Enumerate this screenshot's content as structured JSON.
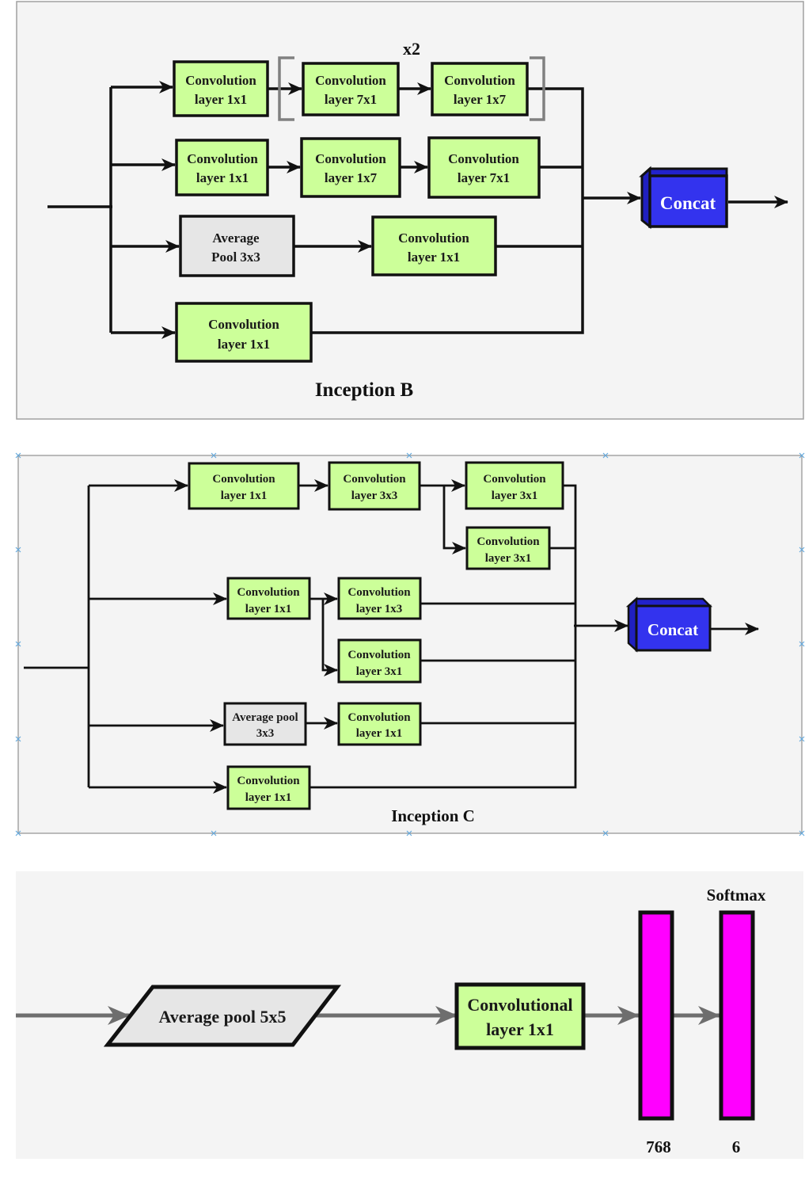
{
  "colors": {
    "conv_fill": "#ccff99",
    "pool_fill": "#e6e6e6",
    "concat_fill": "#3333ee",
    "concat_side": "#2020c0",
    "fc_fill": "#ff00ff",
    "panel_bg": "#f4f4f4",
    "line": "#111111",
    "gray_line": "#6e6e6e",
    "bracket": "#808080",
    "handle": "#66aadd"
  },
  "inception_b": {
    "title": "Inception B",
    "repeat_label": "x2",
    "concat_label": "Concat",
    "branch1": {
      "conv1": [
        "Convolution",
        "layer 1x1"
      ],
      "conv2": [
        "Convolution",
        "layer 7x1"
      ],
      "conv3": [
        "Convolution",
        "layer 1x7"
      ]
    },
    "branch2": {
      "conv1": [
        "Convolution",
        "layer 1x1"
      ],
      "conv2": [
        "Convolution",
        "layer 1x7"
      ],
      "conv3": [
        "Convolution",
        "layer 7x1"
      ]
    },
    "branch3": {
      "pool": [
        "Average",
        "Pool 3x3"
      ],
      "conv1": [
        "Convolution",
        "layer 1x1"
      ]
    },
    "branch4": {
      "conv1": [
        "Convolution",
        "layer 1x1"
      ]
    }
  },
  "inception_c": {
    "title": "Inception C",
    "concat_label": "Concat",
    "branch1": {
      "conv1": [
        "Convolution",
        "layer 1x1"
      ],
      "conv2": [
        "Convolution",
        "layer 3x3"
      ],
      "conv3a": [
        "Convolution",
        "layer 3x1"
      ],
      "conv3b": [
        "Convolution",
        "layer 3x1"
      ]
    },
    "branch2": {
      "conv1": [
        "Convolution",
        "layer 1x1"
      ],
      "conv2a": [
        "Convolution",
        "layer 1x3"
      ],
      "conv2b": [
        "Convolution",
        "layer 3x1"
      ]
    },
    "branch3": {
      "pool": [
        "Average pool",
        "3x3"
      ],
      "conv1": [
        "Convolution",
        "layer 1x1"
      ]
    },
    "branch4": {
      "conv1": [
        "Convolution",
        "layer 1x1"
      ]
    }
  },
  "auxiliary": {
    "pool_label": "Average pool 5x5",
    "conv": [
      "Convolutional",
      "layer  1x1"
    ],
    "fc1_label": "768",
    "fc2_label": "6",
    "softmax_label": "Softmax"
  }
}
